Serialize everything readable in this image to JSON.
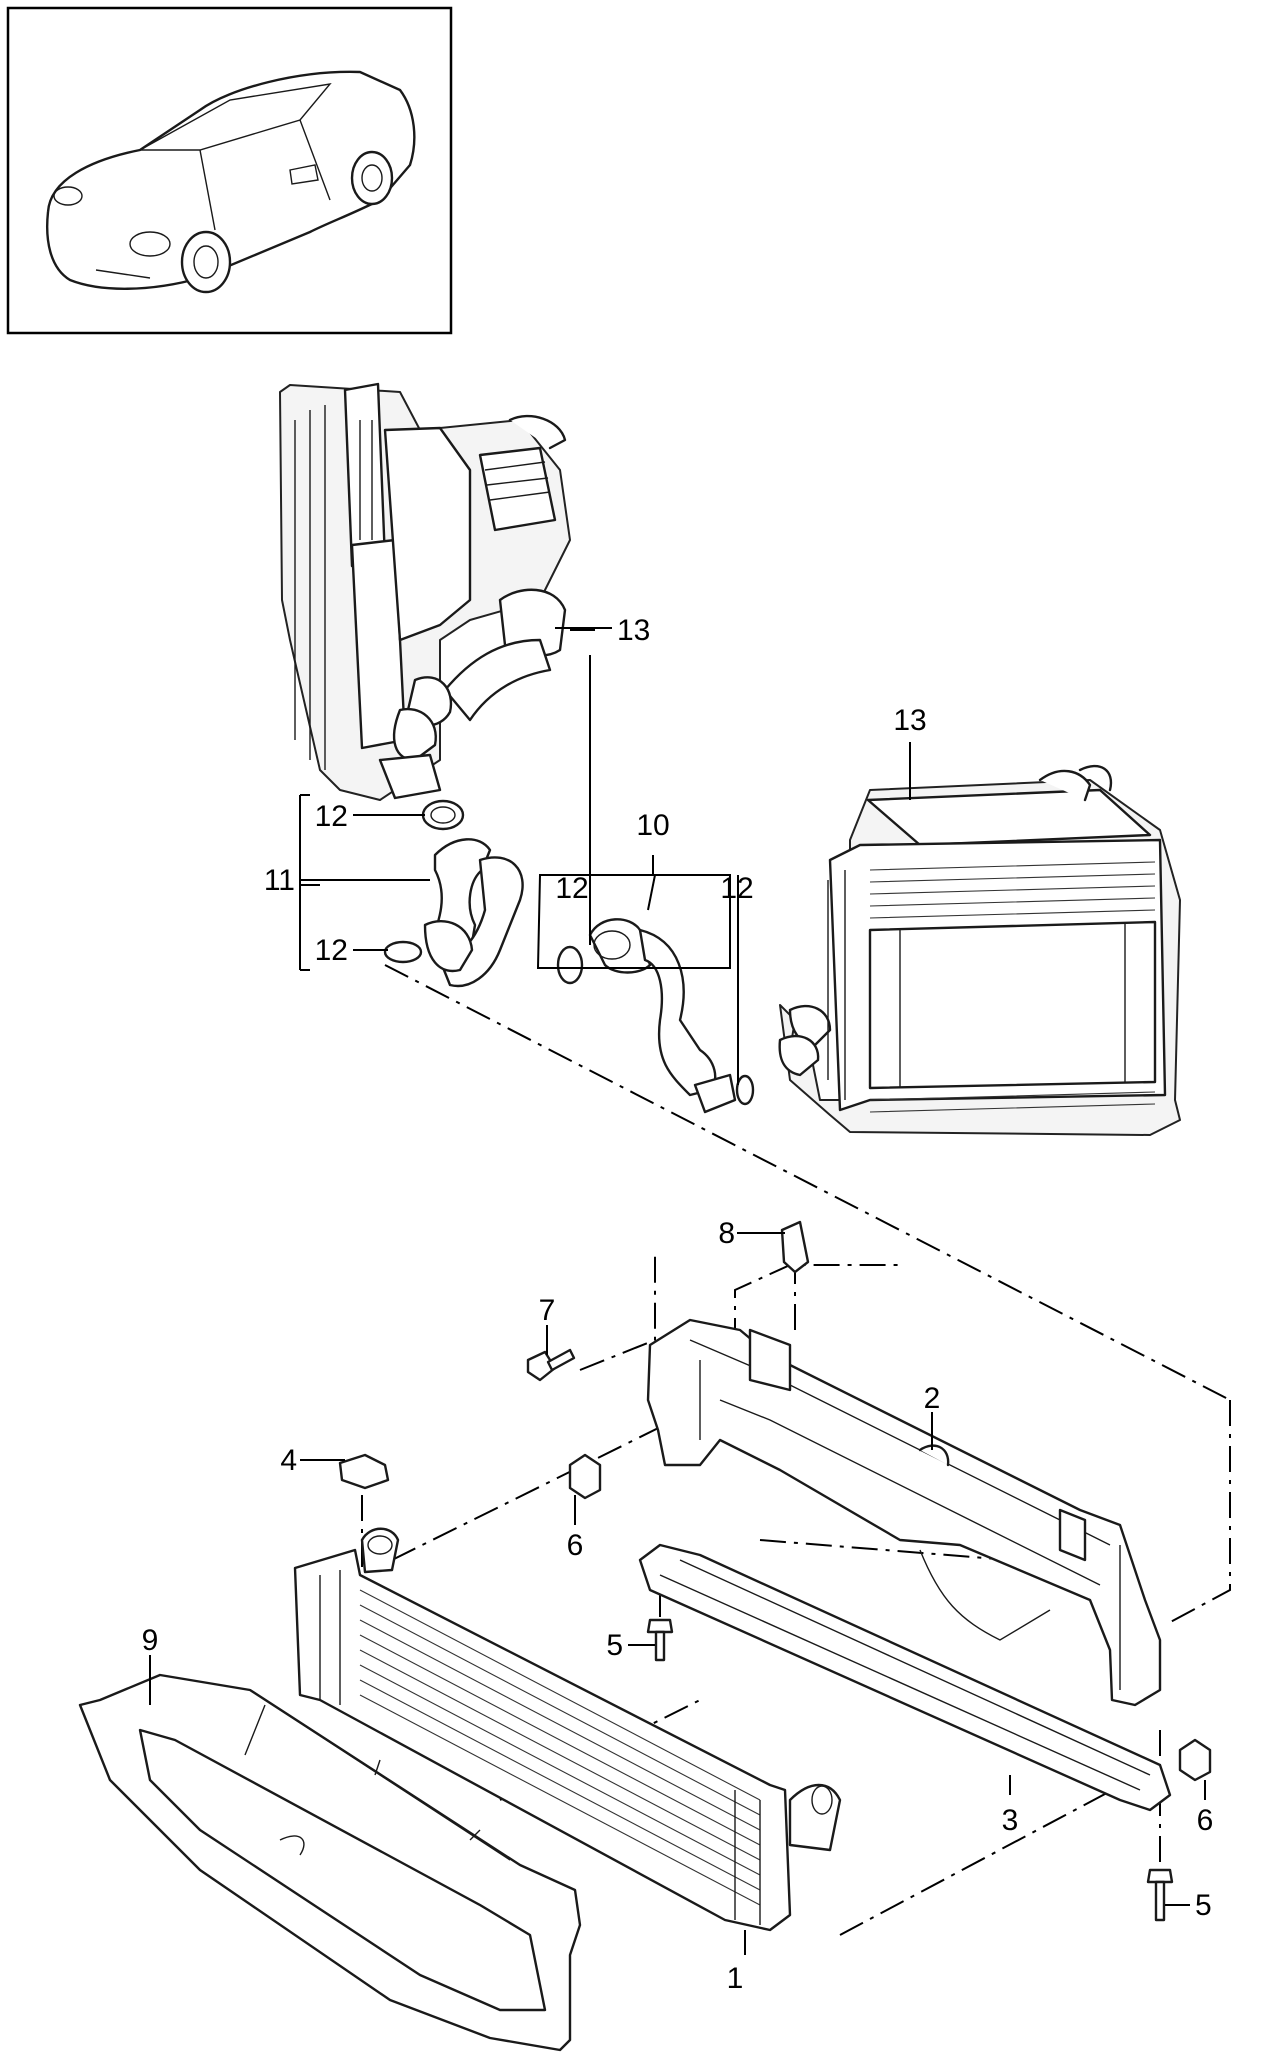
{
  "callouts": {
    "c1": "1",
    "c2": "2",
    "c3": "3",
    "c4": "4",
    "c5a": "5",
    "c5b": "5",
    "c6a": "6",
    "c6b": "6",
    "c7": "7",
    "c8": "8",
    "c9": "9",
    "c10": "10",
    "c11": "11",
    "c12a": "12",
    "c12b": "12",
    "c12c": "12",
    "c12d": "12",
    "c13a": "13",
    "c13b": "13"
  },
  "icons": {
    "vehicle": "car-thumbnail-icon"
  }
}
